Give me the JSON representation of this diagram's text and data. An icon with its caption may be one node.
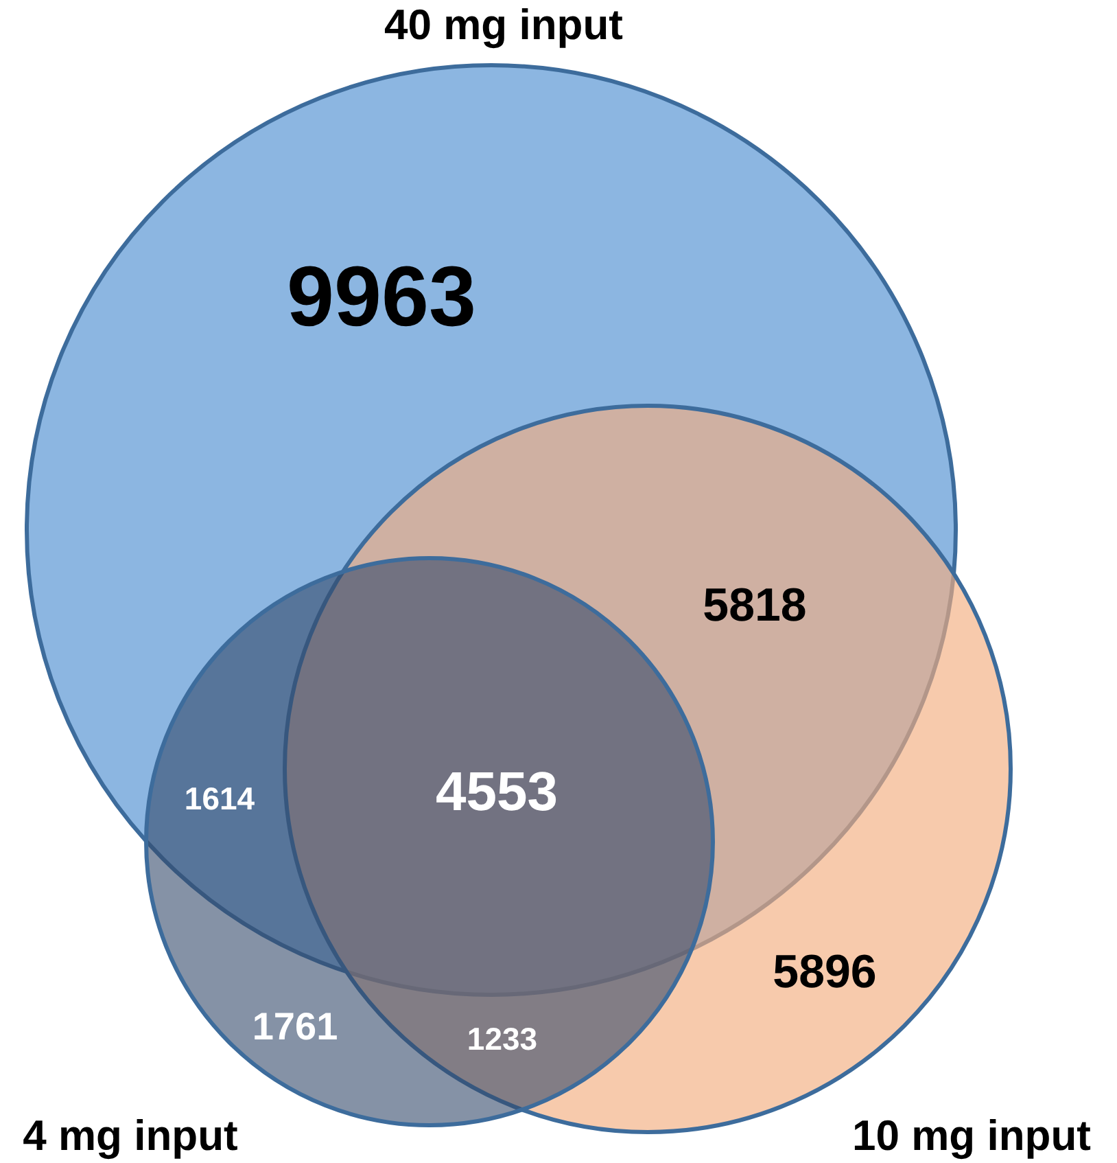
{
  "diagram": {
    "nodes": [
      {
        "text": [
          "40 mg input"
        ]
      },
      {
        "text": [
          "10 mg input"
        ]
      },
      {
        "text": [
          "4 mg input"
        ]
      }
    ],
    "labels": [
      "9963",
      "5818",
      "1614",
      "4553",
      "5896",
      "1761",
      "1233"
    ]
  }
}
